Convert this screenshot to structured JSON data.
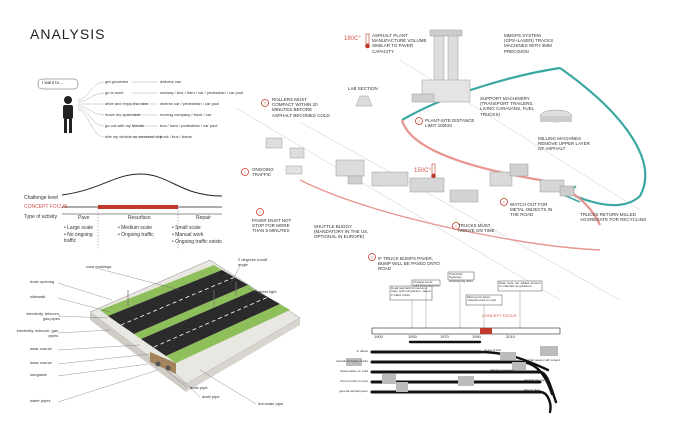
{
  "title": "ANALYSIS",
  "persona": {
    "bubble": "I want to…",
    "needs": [
      {
        "action": "get groceries",
        "place": "delivery van"
      },
      {
        "action": "go to work",
        "place": "subway / bus / tram / car / pedestrian / car pool"
      },
      {
        "action": "drive and enjoy the view",
        "place": "diverse car / pedestrian / car pool"
      },
      {
        "action": "move my apartment",
        "place": "moving company / truck / car"
      },
      {
        "action": "go out with my friends",
        "place": "bus / tram / pedestrian / car pool"
      },
      {
        "action": "ride my vehicle on weekend city",
        "place": "truck / bus / trams"
      }
    ]
  },
  "challenge": {
    "level_label": "Challenge level",
    "concept_label": "CONCEPT FOCUS",
    "activity_label": "Type of activity",
    "columns": [
      {
        "name": "Pave",
        "items": [
          "• Large scale",
          "• No ongoing traffic"
        ]
      },
      {
        "name": "Resurface",
        "items": [
          "• Medium scale",
          "• Ongoing traffic"
        ]
      },
      {
        "name": "Repair",
        "items": [
          "• Small scale",
          "• Manual work",
          "• Ongoing traffic exists"
        ]
      }
    ]
  },
  "process": {
    "plant_temp": "180C°",
    "plant_note": "ASPHALT PLANT MANUFACTURE VOLUME SIMILAR TO PAVER CAPACITY",
    "mmgps_note": "MMGPS SYSTEM (GPS+LASER) TRACKS MACHINES WITH 3MM PRECISION",
    "lab_label": "LAB SECTION",
    "rollers_note": "ROLLERS MUST COMPACT WITHIN 20 MINUTES BEFORE ASPHALT BECOMES COLD",
    "site_distance_note": "PLANT-SITE DISTANCE LIMIT 100KM",
    "support_note": "SUPPORT MACHINERY (TRANSPORT TRAILERS, LIVING CARAVANS, FUEL TRUCKS)",
    "milling_note": "MILLING MACHINES REMOVE UPPER LAYER OF ASPHALT",
    "ongoing_traffic": "ONGOING TRAFFIC",
    "site_temp": "150C°",
    "paver_note": "PAVER MUST NOT STOP FOR MORE THAN 5 MINUTES",
    "shuttle_note": "SHUTTLE BUGGY (MANDATORY IN THE US, OPTIONAL IN EUROPE)",
    "arrive_note": "TRUCKS MUST ARRIVE ON TIME",
    "metal_note": "WATCH OUT FOR METAL OBJECTS IN THE ROAD",
    "return_note": "TRUCKS RETURN MILLED AGGREGATE FOR RECYCLING",
    "bump_note": "IF TRUCK BUMPS PAVER, BUMP WILL BE PAVED ONTO ROAD"
  },
  "road_section": {
    "left_labels": [
      "drain opening",
      "sidewalk",
      "electricity, telecom, gas pipes",
      "electricity, telecom, gas pipes",
      "wear course",
      "base course",
      "subgrade",
      "water pipes"
    ],
    "top_labels": [
      "road markings",
      "2 degrees runoff angle",
      "street light"
    ],
    "bottom_labels": [
      "drain pipe",
      "drain pipe",
      "hot water pipe"
    ]
  },
  "timeline": {
    "years": [
      "1900",
      "1950",
      "1970",
      "1990",
      "2010"
    ],
    "concept_label": "CONCEPT FOCUS",
    "callouts": [
      "Road (asphalt) formed as a roller, with compaction, raised in black trucks",
      "Cheaply found road improvements",
      "Prioritized highways between big cities",
      "Mixing tool driven material stuck to road",
      "Data, tools, etc. added: amount of materials as guidance"
    ],
    "row_labels": [
      "In tables",
      "Asphalt for heavy trucks",
      "Steamrollers on road",
      "Dump trucks to pave",
      "general asphalt paver"
    ],
    "right_labels": [
      "Heavy & fast",
      "Asphalt pavers with screed",
      "Vehicle pavement",
      "Asphalt mix carrier",
      "Paving fleet"
    ]
  },
  "colors": {
    "accent_red": "#d9534f",
    "teal": "#3aa7a0",
    "green": "#7bb661",
    "dark": "#2b2b2b"
  }
}
